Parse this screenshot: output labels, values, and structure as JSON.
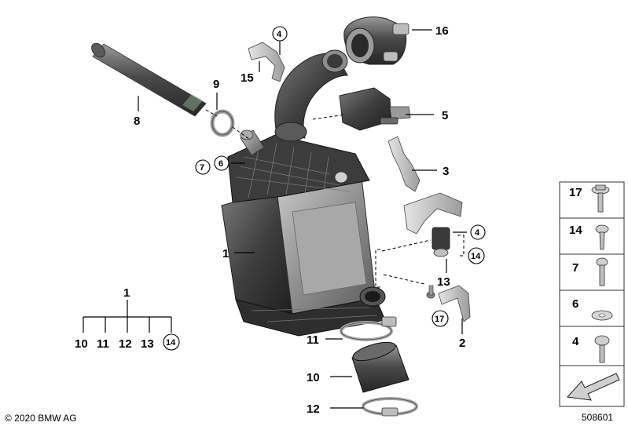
{
  "diagram": {
    "copyright": "© 2020 BMW AG",
    "image_number": "508601",
    "callouts": {
      "c1": "1",
      "c2": "2",
      "c3": "3",
      "c4": "4",
      "c5": "5",
      "c6": "6",
      "c7": "7",
      "c8": "8",
      "c9": "9",
      "c10": "10",
      "c11": "11",
      "c12": "12",
      "c13": "13",
      "c14": "14",
      "c15": "15",
      "c16": "16",
      "c17": "17"
    },
    "assembly_tree": {
      "root": "1",
      "children": [
        "10",
        "11",
        "12",
        "13",
        "14"
      ]
    },
    "legend": [
      {
        "number": "17",
        "icon": "collar-screw-icon"
      },
      {
        "number": "14",
        "icon": "torx-self-tapping-screw-icon"
      },
      {
        "number": "7",
        "icon": "bolt-icon"
      },
      {
        "number": "6",
        "icon": "washer-icon"
      },
      {
        "number": "4",
        "icon": "pan-head-screw-icon"
      }
    ],
    "nav_arrow_icon": "arrow-down-left-icon"
  }
}
